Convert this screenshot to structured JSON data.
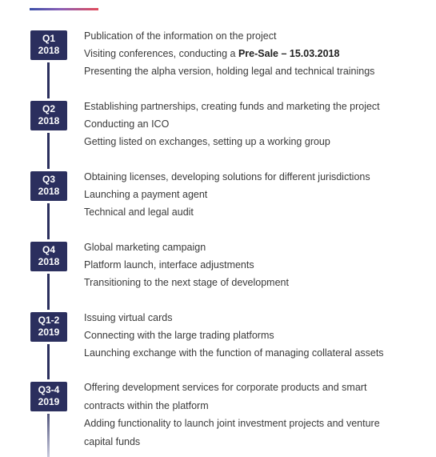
{
  "roadmap": [
    {
      "quarter": "Q1",
      "year": "2018",
      "items": [
        "Publication of the information on the project",
        "Visiting conferences, conducting a",
        "Presenting the alpha version, holding legal and technical trainings"
      ],
      "highlight": "Pre-Sale – 15.03.2018"
    },
    {
      "quarter": "Q2",
      "year": "2018",
      "items": [
        "Establishing partnerships, creating funds and marketing the project",
        "Conducting an ICO",
        "Getting listed on exchanges, setting up a working group"
      ]
    },
    {
      "quarter": "Q3",
      "year": "2018",
      "items": [
        "Obtaining licenses, developing solutions for different jurisdictions",
        "Launching a payment agent",
        "Technical and legal audit"
      ]
    },
    {
      "quarter": "Q4",
      "year": "2018",
      "items": [
        "Global marketing campaign",
        "Platform launch, interface adjustments",
        "Transitioning to the next stage of development"
      ]
    },
    {
      "quarter": "Q1-2",
      "year": "2019",
      "items": [
        "Issuing virtual cards",
        "Connecting with the large trading platforms",
        "Launching exchange with the function of managing collateral assets"
      ]
    },
    {
      "quarter": "Q3-4",
      "year": "2019",
      "items": [
        "Offering development services for corporate products and smart contracts within the platform",
        "Adding functionality to launch joint investment projects and venture capital funds"
      ]
    }
  ],
  "colors": {
    "badge": "#2b2f5e",
    "text": "#3a3a3a",
    "accent_start": "#3b4fa8",
    "accent_end": "#e24b5b"
  }
}
